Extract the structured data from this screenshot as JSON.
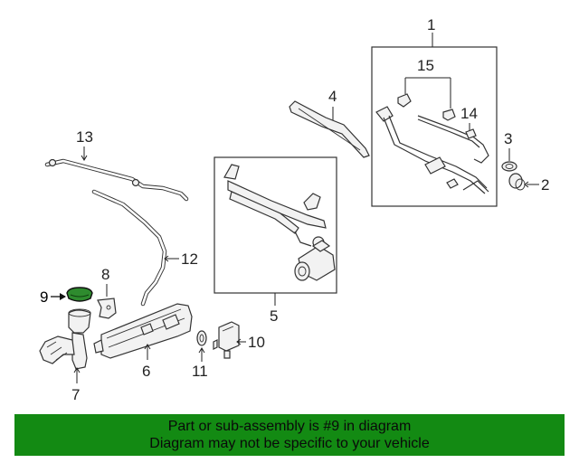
{
  "diagram": {
    "callouts": [
      "1",
      "2",
      "3",
      "4",
      "5",
      "6",
      "7",
      "8",
      "9",
      "10",
      "11",
      "12",
      "13",
      "14",
      "15"
    ],
    "highlight_callout": "9",
    "highlight_color": "#2e8b2e"
  },
  "banner": {
    "line1": "Part or sub-assembly is #9 in diagram",
    "line2": "Diagram may not be specific to your vehicle",
    "background": "#138a13"
  }
}
